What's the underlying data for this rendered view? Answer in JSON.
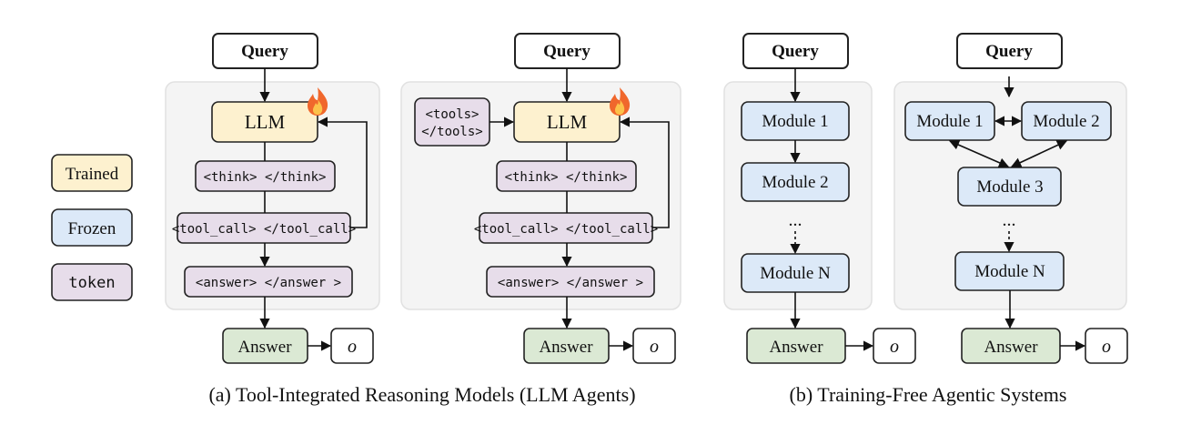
{
  "legend": {
    "trained": "Trained",
    "frozen": "Frozen",
    "token": "token"
  },
  "colors": {
    "trained": "#fdf1cf",
    "frozen": "#dce9f8",
    "token": "#e7ddea",
    "answer": "#dbe9d4",
    "panel": "#f4f4f4"
  },
  "icons": {
    "trainable_marker": "fire-icon"
  },
  "panel_a": {
    "left": {
      "query": "Query",
      "llm": "LLM",
      "think": "<think> </think>",
      "tool_call": "<tool_call> </tool_call>",
      "answer_token": "<answer> </answer >",
      "answer": "Answer",
      "output": "o"
    },
    "right": {
      "query": "Query",
      "tools_open": "<tools>",
      "tools_close": "</tools>",
      "llm": "LLM",
      "think": "<think> </think>",
      "tool_call": "<tool_call> </tool_call>",
      "answer_token": "<answer> </answer >",
      "answer": "Answer",
      "output": "o"
    },
    "caption": "(a) Tool-Integrated Reasoning Models (LLM Agents)"
  },
  "panel_b": {
    "left": {
      "query": "Query",
      "module_1": "Module 1",
      "module_2": "Module 2",
      "ellipsis": "...",
      "module_n": "Module N",
      "answer": "Answer",
      "output": "o"
    },
    "right": {
      "query": "Query",
      "module_1": "Module 1",
      "module_2": "Module 2",
      "module_3": "Module 3",
      "ellipsis": "...",
      "module_n": "Module N",
      "answer": "Answer",
      "output": "o"
    },
    "caption": "(b) Training-Free Agentic Systems"
  }
}
